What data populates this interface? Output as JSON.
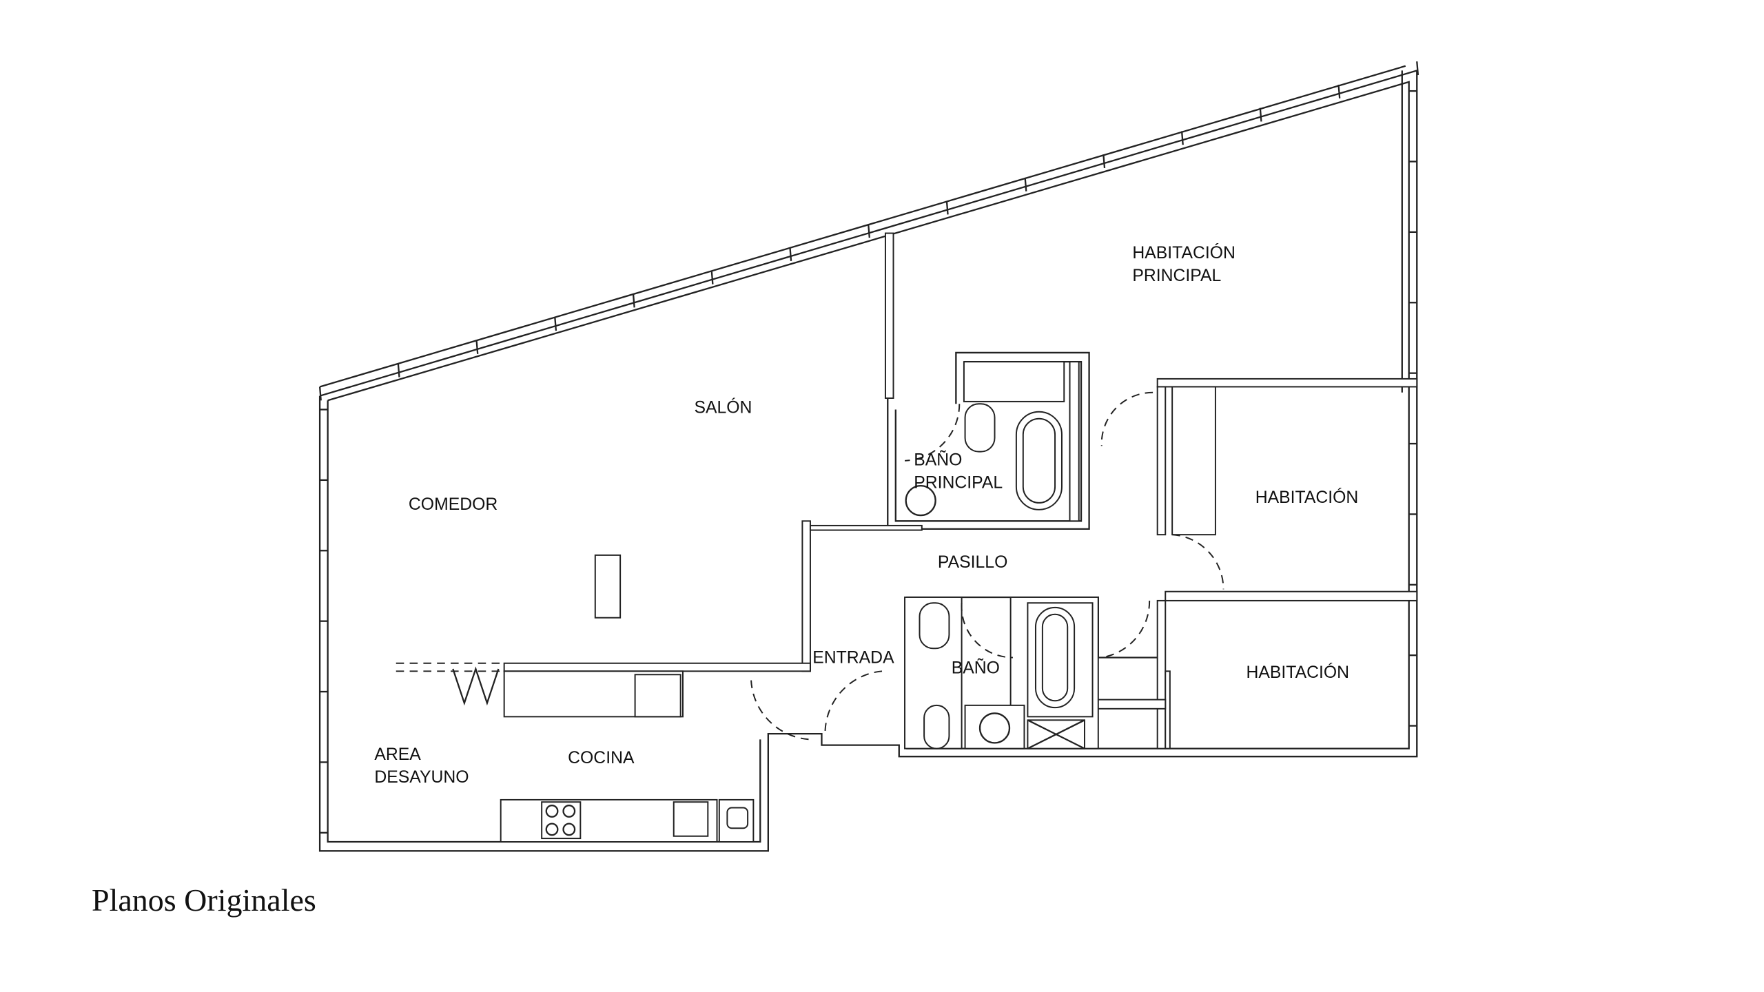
{
  "plan": {
    "rooms": {
      "salon": "SALÓN",
      "comedor": "COMEDOR",
      "habitacion_principal_1": "HABITACIÓN",
      "habitacion_principal_2": "PRINCIPAL",
      "bano_principal_1": "BAÑO",
      "bano_principal_2": "PRINCIPAL",
      "habitacion_a": "HABITACIÓN",
      "habitacion_b": "HABITACIÓN",
      "pasillo": "PASILLO",
      "entrada": "ENTRADA",
      "bano": "BAÑO",
      "cocina": "COCINA",
      "area_desayuno_1": "AREA",
      "area_desayuno_2": "DESAYUNO"
    }
  },
  "caption": "Planos Originales"
}
